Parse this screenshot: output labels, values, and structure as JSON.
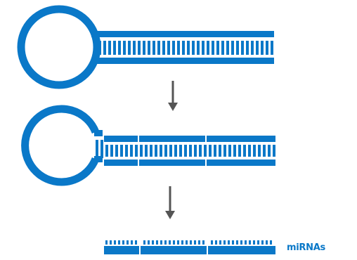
{
  "labels": {
    "mirnas": "miRNAs"
  },
  "colors": {
    "rna": "#0a78c8",
    "arrow": "#555555",
    "background": "#ffffff"
  },
  "stages": [
    {
      "name": "hairpin-precursor",
      "segments": 1
    },
    {
      "name": "diced-hairpin",
      "segments": 3
    },
    {
      "name": "mature-mirnas",
      "segments": 3
    }
  ]
}
